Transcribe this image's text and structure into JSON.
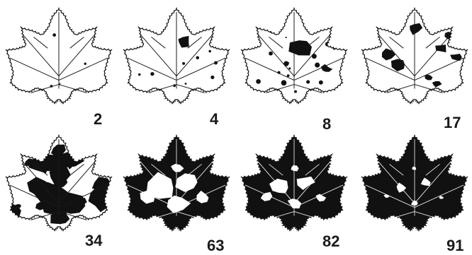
{
  "figure": {
    "description_colors": {
      "stroke": "#1a1a1a",
      "fill": "#ffffff",
      "damage": "#111111"
    },
    "leaves": [
      {
        "label": "2",
        "damage_fraction": 0.02
      },
      {
        "label": "4",
        "damage_fraction": 0.04
      },
      {
        "label": "8",
        "damage_fraction": 0.08
      },
      {
        "label": "17",
        "damage_fraction": 0.17
      },
      {
        "label": "34",
        "damage_fraction": 0.34
      },
      {
        "label": "63",
        "damage_fraction": 0.63
      },
      {
        "label": "82",
        "damage_fraction": 0.82
      },
      {
        "label": "91",
        "damage_fraction": 0.91
      }
    ]
  }
}
